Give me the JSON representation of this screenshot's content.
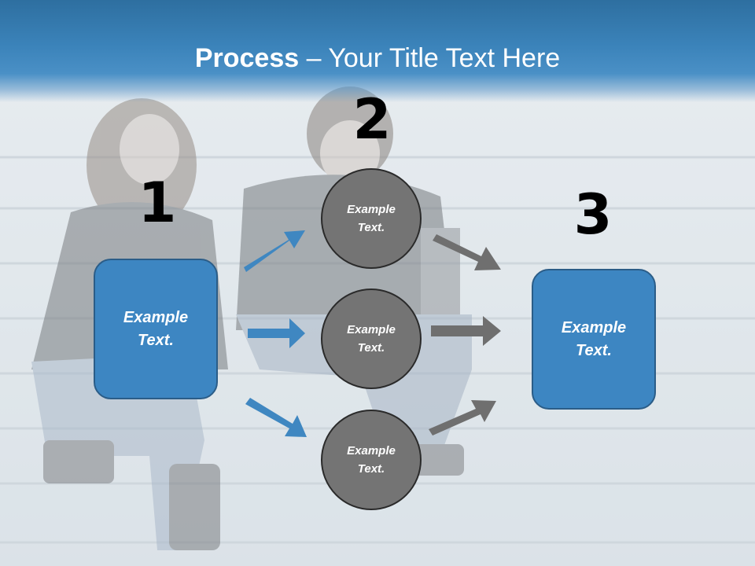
{
  "slide": {
    "title_bold": "Process",
    "title_rest": " – Your Title Text Here"
  },
  "steps": [
    {
      "number": "1",
      "text": "Example\nText."
    },
    {
      "number": "2",
      "items": [
        "Example\nText.",
        "Example\nText.",
        "Example\nText."
      ]
    },
    {
      "number": "3",
      "text": "Example\nText."
    }
  ],
  "colors": {
    "title_band": "#3b83ba",
    "box_fill": "#3d86c2",
    "circle_fill": "#747474",
    "arrow_blue": "#3f87c1",
    "arrow_gray": "#6f6f6f"
  },
  "background": {
    "description_icon": "photo-students-on-stairs"
  }
}
